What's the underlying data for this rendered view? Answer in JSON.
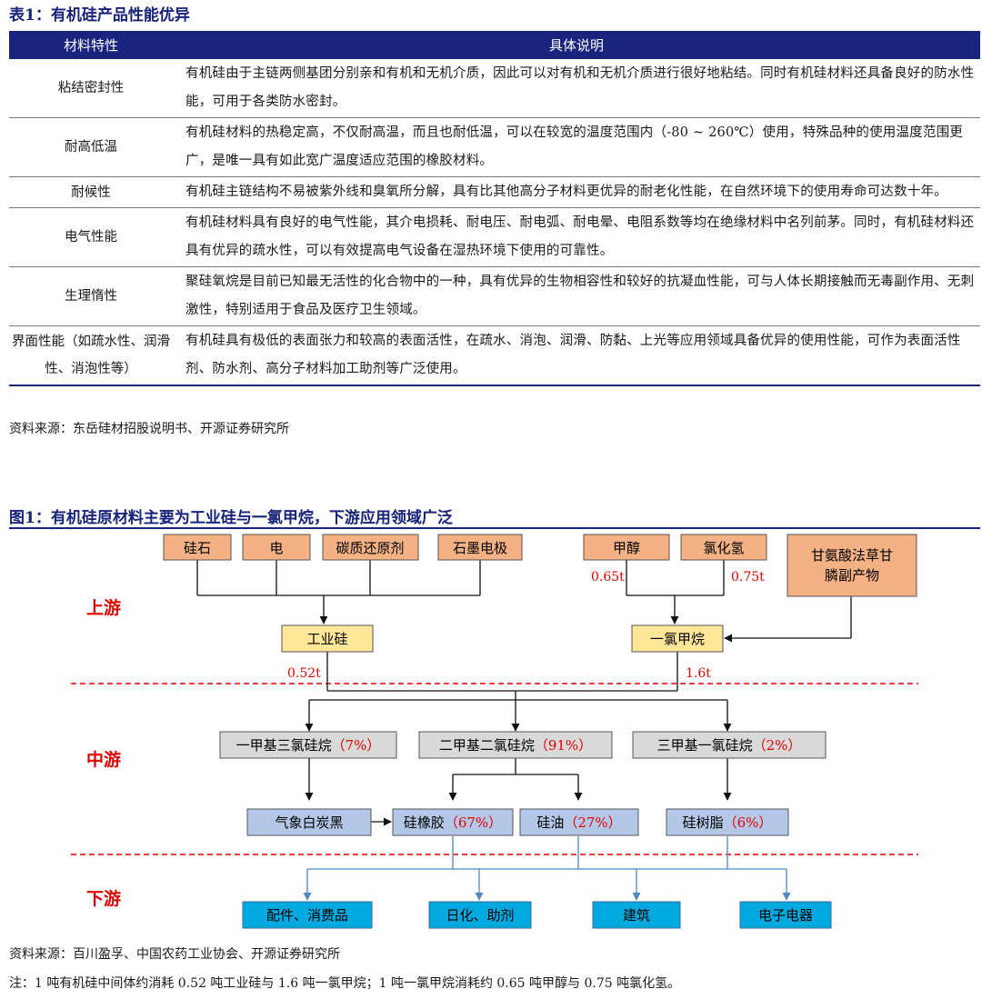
{
  "table": {
    "title": "表1：有机硅产品性能优异",
    "headers": [
      "材料特性",
      "具体说明"
    ],
    "rows": [
      {
        "feature": "粘结密封性",
        "desc": "有机硅由于主链两侧基团分别亲和有机和无机介质，因此可以对有机和无机介质进行很好地粘结。同时有机硅材料还具备良好的防水性能，可用于各类防水密封。"
      },
      {
        "feature": "耐高低温",
        "desc": "有机硅材料的热稳定高，不仅耐高温，而且也耐低温，可以在较宽的温度范围内（-80 ~ 260℃）使用，特殊品种的使用温度范围更广，是唯一具有如此宽广温度适应范围的橡胶材料。"
      },
      {
        "feature": "耐候性",
        "desc": "有机硅主链结构不易被紫外线和臭氧所分解，具有比其他高分子材料更优异的耐老化性能，在自然环境下的使用寿命可达数十年。"
      },
      {
        "feature": "电气性能",
        "desc": "有机硅材料具有良好的电气性能，其介电损耗、耐电压、耐电弧、耐电晕、电阻系数等均在绝缘材料中名列前茅。同时，有机硅材料还具有优异的疏水性，可以有效提高电气设备在湿热环境下使用的可靠性。"
      },
      {
        "feature": "生理惰性",
        "desc": "聚硅氧烷是目前已知最无活性的化合物中的一种，具有优异的生物相容性和较好的抗凝血性能，可与人体长期接触而无毒副作用、无刺激性，特别适用于食品及医疗卫生领域。"
      },
      {
        "feature": "界面性能（如疏水性、润滑性、消泡性等）",
        "desc": "有机硅具有极低的表面张力和较高的表面活性，在疏水、消泡、润滑、防黏、上光等应用领域具备优异的使用性能，可作为表面活性剂、防水剂、高分子材料加工助剂等广泛使用。"
      }
    ],
    "source": "资料来源：东岳硅材招股说明书、开源证券研究所"
  },
  "figure": {
    "title": "图1：有机硅原材料主要为工业硅与一氯甲烷，下游应用领域广泛",
    "stages": {
      "up": "上游",
      "mid": "中游",
      "down": "下游"
    },
    "raw_si": [
      "硅石",
      "电",
      "碳质还原剂",
      "石墨电极"
    ],
    "raw_mcl": [
      "甲醇",
      "氯化氢"
    ],
    "byproduct": [
      "甘氨酸法草甘",
      "膦副产物"
    ],
    "qty_methanol": "0.65t",
    "qty_hcl": "0.75t",
    "industrial_si": "工业硅",
    "methyl_chloride": "一氯甲烷",
    "qty_si": "0.52t",
    "qty_mcl": "1.6t",
    "monomers": [
      {
        "name": "一甲基三氯硅烷",
        "pct": "（7%）"
      },
      {
        "name": "二甲基二氯硅烷",
        "pct": "（91%）"
      },
      {
        "name": "三甲基一氯硅烷",
        "pct": "（2%）"
      }
    ],
    "fumed_silica": "气象白炭黑",
    "products": [
      {
        "name": "硅橡胶",
        "pct": "（67%）"
      },
      {
        "name": "硅油",
        "pct": "（27%）"
      },
      {
        "name": "硅树脂",
        "pct": "（6%）"
      }
    ],
    "apps": [
      "配件、消费品",
      "日化、助剂",
      "建筑",
      "电子电器"
    ],
    "source": "资料来源：百川盈孚、中国农药工业协会、开源证券研究所",
    "note": "注：1 吨有机硅中间体约消耗 0.52 吨工业硅与 1.6 吨一氯甲烷；1 吨一氯甲烷消耗约 0.65 吨甲醇与 0.75 吨氯化氢。"
  }
}
